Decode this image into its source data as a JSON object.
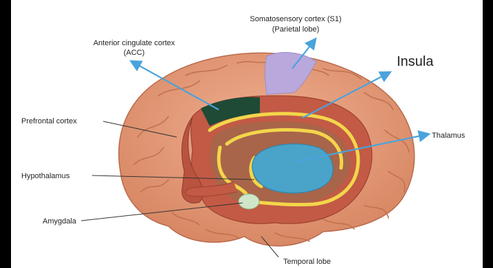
{
  "labels": {
    "somatosensory_line1": "Somatosensory cortex (S1)",
    "somatosensory_line2": "(Parietal lobe)",
    "acc_line1": "Anterior cingulate cortex",
    "acc_line2": "(ACC)",
    "insula": "Insula",
    "prefrontal": "Prefrontal cortex",
    "thalamus": "Thalamus",
    "hypothalamus": "Hypothalamus",
    "amygdala": "Amygdala",
    "temporal": "Temporal lobe"
  },
  "colors": {
    "brain_surface": "#e39a78",
    "brain_fold": "#c9775a",
    "inner_red": "#c25a45",
    "acc_green": "#1f4a36",
    "s1_lilac": "#b9a8dc",
    "limbic_yellow": "#f3d64a",
    "thalamus_blue": "#4aa3c9",
    "amygdala_green": "#cfe6c8",
    "arrow_blue": "#4aa3dc"
  }
}
